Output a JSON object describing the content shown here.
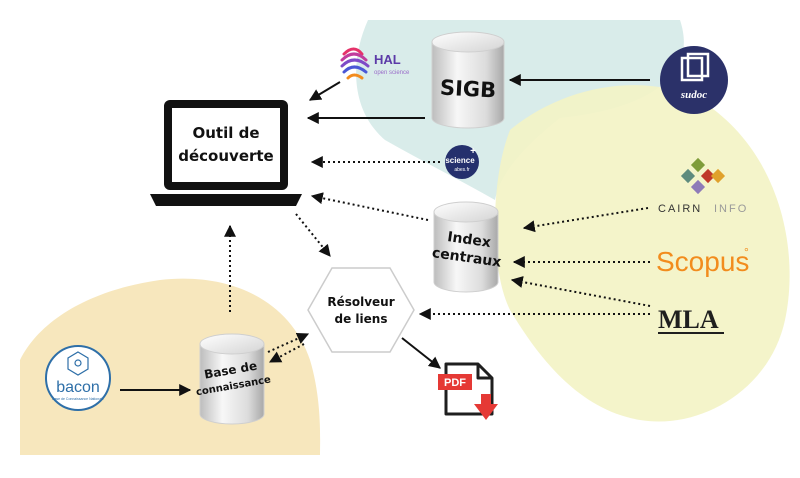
{
  "nodes": {
    "discovery_tool": {
      "line1": "Outil de",
      "line2": "découverte"
    },
    "sigb": {
      "label": "SIGB"
    },
    "index": {
      "line1": "Index",
      "line2": "centraux"
    },
    "knowledge_base": {
      "line1": "Base de",
      "line2": "connaissance"
    },
    "resolver": {
      "line1": "Résolveur",
      "line2": "de liens"
    }
  },
  "sources": {
    "hal": {
      "name": "HAL",
      "tagline": "open science"
    },
    "sudoc": {
      "name": "sudoc"
    },
    "science_plus": {
      "line1": "science",
      "line2": "abes.fr",
      "mark": "+"
    },
    "cairn": {
      "name": "CAIRN",
      "suffix": "INFO"
    },
    "scopus": {
      "name": "Scopus",
      "mark": "°"
    },
    "mla": {
      "name": "MLA"
    },
    "bacon": {
      "name": "bacon",
      "tagline": "Base de Connaissance Nationale"
    },
    "pdf": {
      "label": "PDF"
    }
  },
  "colors": {
    "region_teal": "#d9ecea",
    "region_yellow": "#f3f3c6",
    "region_beige": "#f7e7bd",
    "sudoc_bg": "#2b3169",
    "scopus_orange": "#f28c1d",
    "pdf_red": "#e53935",
    "hal_purple": "#6a3fb5"
  }
}
